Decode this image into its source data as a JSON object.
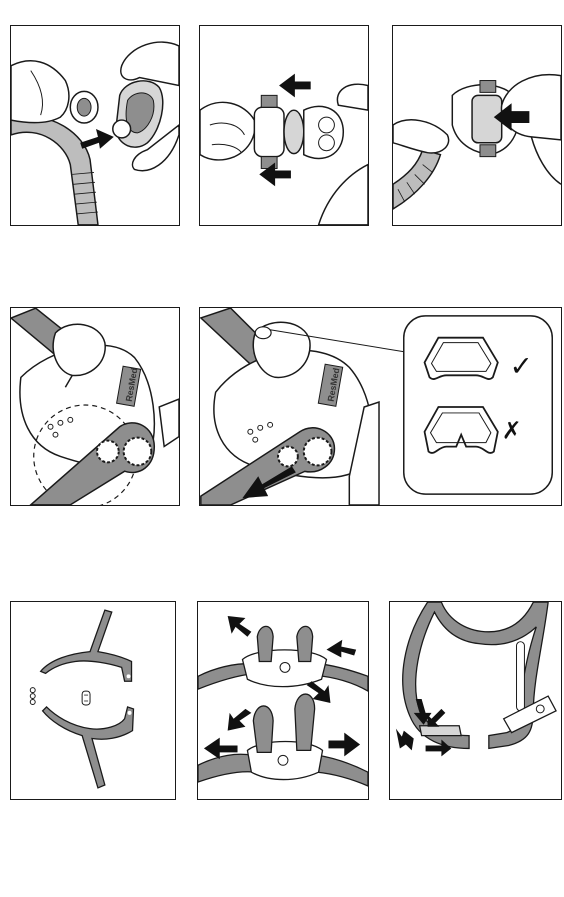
{
  "panels": [
    {
      "id": "connect-elbow-to-tube"
    },
    {
      "id": "squeeze-swivel-tabs"
    },
    {
      "id": "press-elbow-into-frame"
    },
    {
      "id": "cushion-seal-zoom"
    },
    {
      "id": "remove-elbow-check-seal"
    },
    {
      "id": "headgear-parts"
    },
    {
      "id": "attach-headgear-straps"
    },
    {
      "id": "adjust-headgear-strap"
    }
  ],
  "brand": {
    "logo_text": "ResMed"
  },
  "inset": {
    "correct_symbol": "✓",
    "incorrect_symbol": "✗"
  },
  "colors": {
    "line": "#1a1a1a",
    "shade": "#8e8e8e",
    "light": "#d6d6d6",
    "arrow": "#111111"
  }
}
